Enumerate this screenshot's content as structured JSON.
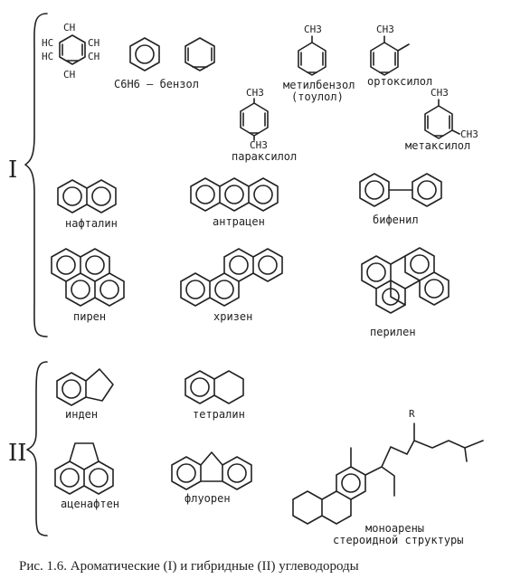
{
  "group_numerals": [
    "I",
    "II"
  ],
  "caption": "Рис. 1.6. Ароматические (I) и гибридные (II) углеводороды",
  "atoms": {
    "ch": "CH",
    "hc": "HC",
    "ch3": "CH3",
    "r": "R"
  },
  "benzene_formula": "C6H6 – бензол",
  "compounds": {
    "toluene_1": "метилбензол",
    "toluene_2": "(тоулол)",
    "orthoxylene": "ортоксилол",
    "paraxylene": "параксилол",
    "metaxylene": "метаксилол",
    "naphthalene": "нафталин",
    "anthracene": "антрацен",
    "biphenyl": "бифенил",
    "pyrene": "пирен",
    "chrysene": "хризен",
    "perylene": "перилен",
    "indene": "инден",
    "tetralin": "тетралин",
    "acenaphthene": "аценафтен",
    "fluorene": "флуорен",
    "monoarenes_1": "моноарены",
    "monoarenes_2": "стероидной структуры"
  }
}
